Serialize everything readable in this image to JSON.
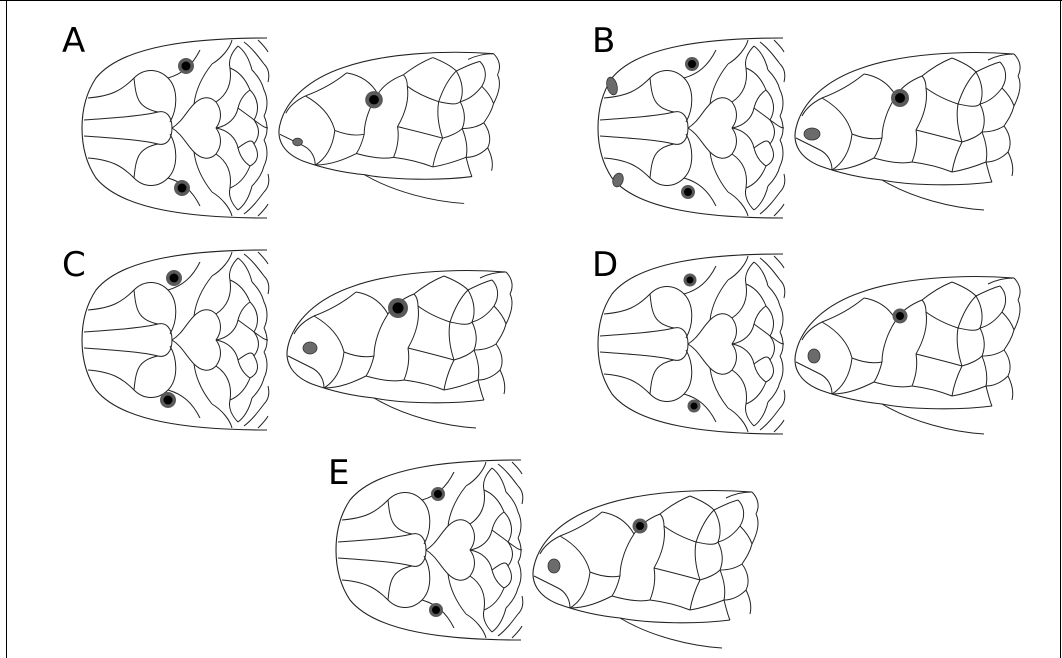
{
  "figure": {
    "panels": [
      {
        "id": "A",
        "label": "A"
      },
      {
        "id": "B",
        "label": "B"
      },
      {
        "id": "C",
        "label": "C"
      },
      {
        "id": "D",
        "label": "D"
      },
      {
        "id": "E",
        "label": "E"
      }
    ]
  },
  "colors": {
    "line": "#222222",
    "eye": "#000000",
    "nostril": "#6b6b6b",
    "background": "#ffffff"
  }
}
